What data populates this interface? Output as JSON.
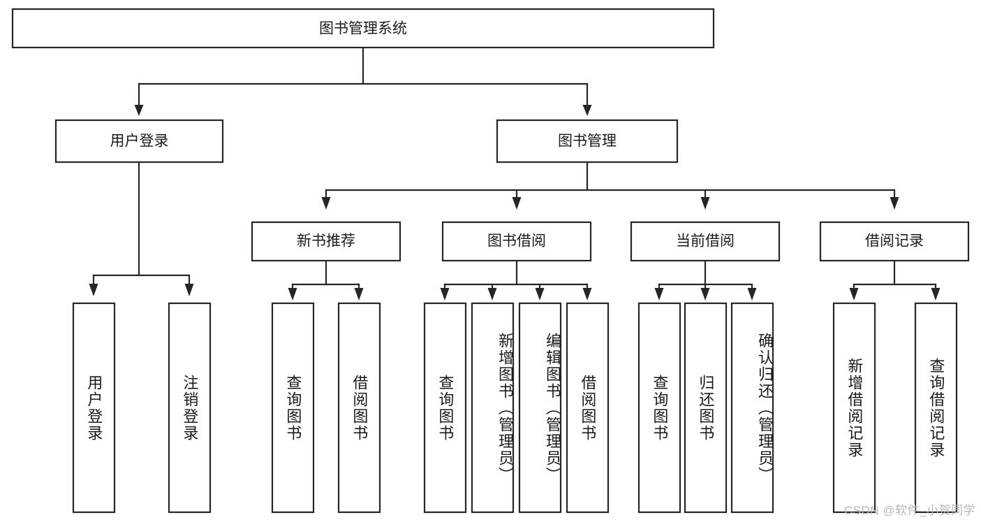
{
  "diagram": {
    "title": "图书管理系统",
    "type": "hierarchy-tree",
    "orientation": "top-down",
    "colors": {
      "box_stroke": "#262626",
      "box_fill": "#ffffff",
      "connector": "#262626",
      "text": "#1a1a1a",
      "watermark": "#b8b8b8",
      "background": "#ffffff"
    },
    "root": {
      "label": "图书管理系统"
    },
    "level2": [
      {
        "label": "用户登录"
      },
      {
        "label": "图书管理"
      }
    ],
    "level3": [
      {
        "label": "新书推荐"
      },
      {
        "label": "图书借阅"
      },
      {
        "label": "当前借阅"
      },
      {
        "label": "借阅记录"
      }
    ],
    "leaves": {
      "user_login": [
        {
          "label": "用户登录"
        },
        {
          "label": "注销登录"
        }
      ],
      "new_book_recommend": [
        {
          "label": "查询图书"
        },
        {
          "label": "借阅图书"
        }
      ],
      "book_borrow": [
        {
          "label": "查询图书"
        },
        {
          "label": "新增图书（管理员）"
        },
        {
          "label": "编辑图书（管理员）"
        },
        {
          "label": "借阅图书"
        }
      ],
      "current_borrow": [
        {
          "label": "查询图书"
        },
        {
          "label": "归还图书"
        },
        {
          "label": "确认归还（管理员）"
        }
      ],
      "borrow_record": [
        {
          "label": "新增借阅记录"
        },
        {
          "label": "查询借阅记录"
        }
      ]
    }
  },
  "watermark": {
    "text": "CSDN @软件_小贺同学"
  }
}
